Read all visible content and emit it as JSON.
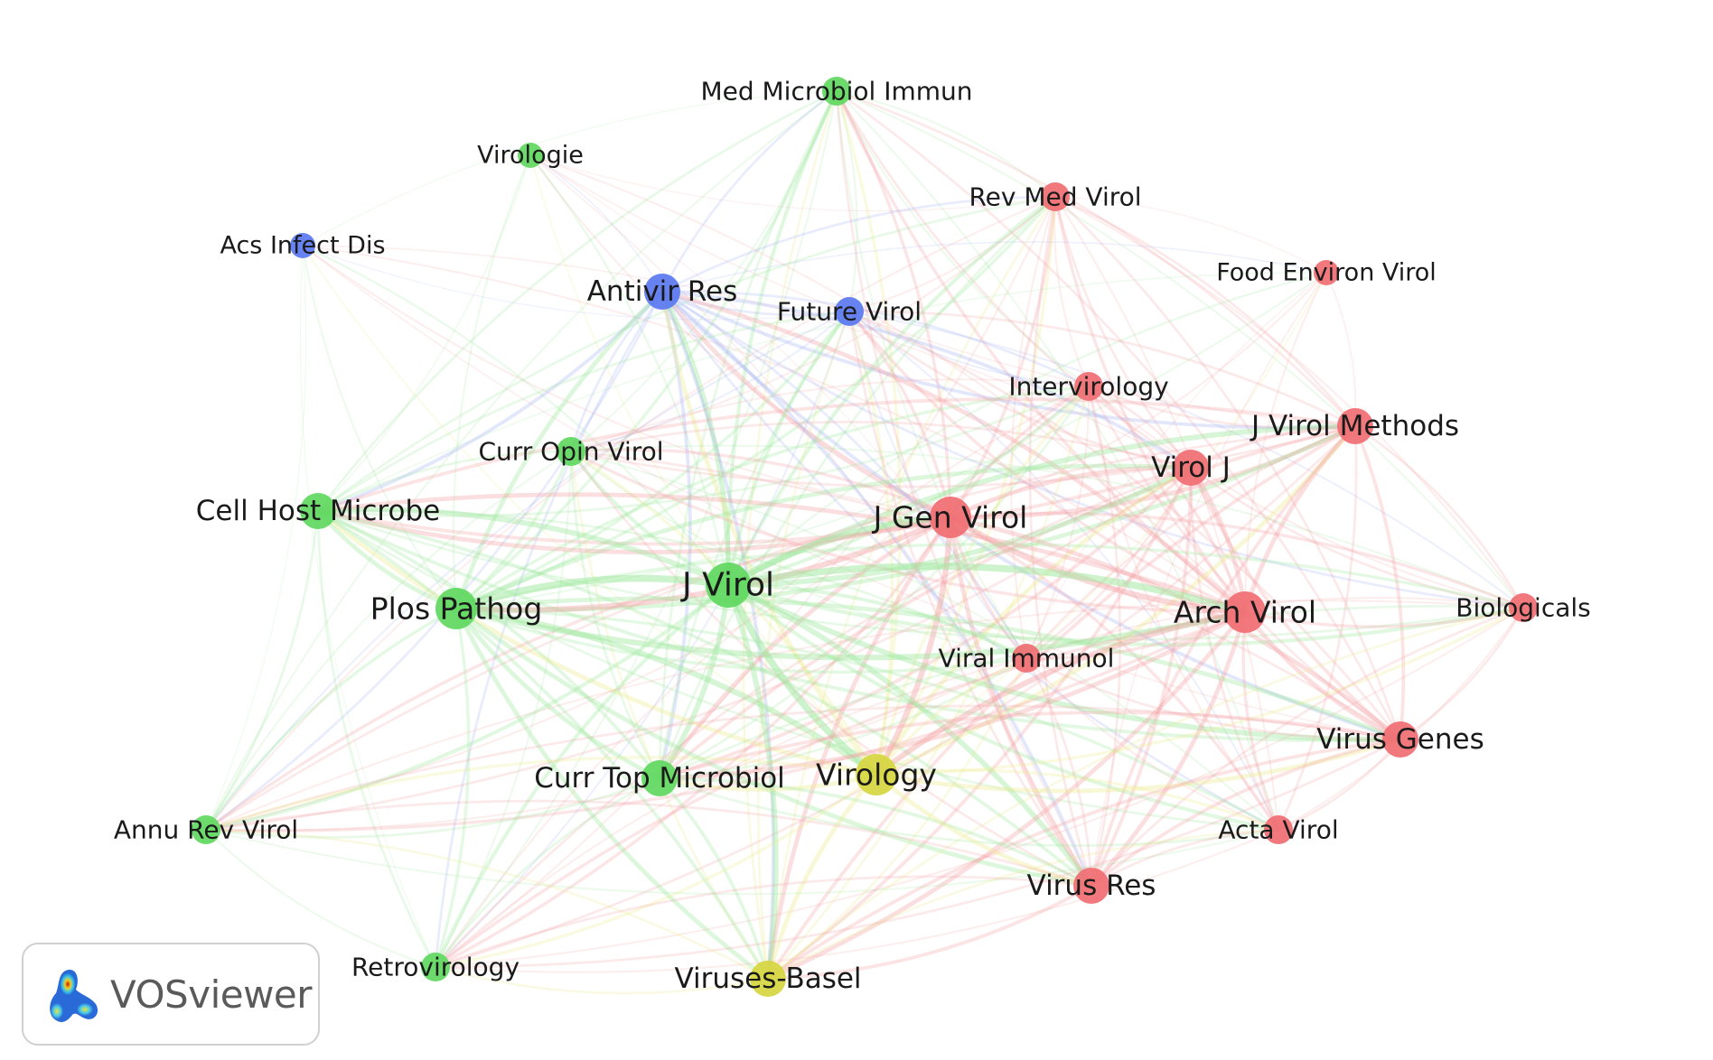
{
  "colors": {
    "red": "#f06e72",
    "green": "#5fd85f",
    "blue": "#5a78f0",
    "yellow": "#d6d640",
    "edge_red": "#f4a3a6",
    "edge_green": "#9fe89f",
    "edge_blue": "#9fb0f2",
    "edge_yellow": "#ecec90"
  },
  "nodes": [
    {
      "id": "med-microbiol-immun",
      "label": "Med Microbiol Immun",
      "cluster": "green",
      "weight": 2
    },
    {
      "id": "virologie",
      "label": "Virologie",
      "cluster": "green",
      "weight": 1
    },
    {
      "id": "rev-med-virol",
      "label": "Rev Med Virol",
      "cluster": "red",
      "weight": 2
    },
    {
      "id": "acs-infect-dis",
      "label": "Acs Infect Dis",
      "cluster": "blue",
      "weight": 1
    },
    {
      "id": "food-environ-virol",
      "label": "Food Environ Virol",
      "cluster": "red",
      "weight": 1
    },
    {
      "id": "antivir-res",
      "label": "Antivir Res",
      "cluster": "blue",
      "weight": 3
    },
    {
      "id": "future-virol",
      "label": "Future Virol",
      "cluster": "blue",
      "weight": 2
    },
    {
      "id": "intervirology",
      "label": "Intervirology",
      "cluster": "red",
      "weight": 2
    },
    {
      "id": "j-virol-methods",
      "label": "J Virol Methods",
      "cluster": "red",
      "weight": 3
    },
    {
      "id": "virol-j",
      "label": "Virol J",
      "cluster": "red",
      "weight": 3
    },
    {
      "id": "curr-opin-virol",
      "label": "Curr Opin Virol",
      "cluster": "green",
      "weight": 2
    },
    {
      "id": "cell-host-microbe",
      "label": "Cell Host Microbe",
      "cluster": "green",
      "weight": 3
    },
    {
      "id": "j-gen-virol",
      "label": "J Gen Virol",
      "cluster": "red",
      "weight": 4
    },
    {
      "id": "j-virol",
      "label": "J Virol",
      "cluster": "green",
      "weight": 5
    },
    {
      "id": "plos-pathog",
      "label": "Plos Pathog",
      "cluster": "green",
      "weight": 4
    },
    {
      "id": "arch-virol",
      "label": "Arch Virol",
      "cluster": "red",
      "weight": 4
    },
    {
      "id": "biologicals",
      "label": "Biologicals",
      "cluster": "red",
      "weight": 2
    },
    {
      "id": "viral-immunol",
      "label": "Viral Immunol",
      "cluster": "red",
      "weight": 2
    },
    {
      "id": "virus-genes",
      "label": "Virus Genes",
      "cluster": "red",
      "weight": 3
    },
    {
      "id": "curr-top-microbiol",
      "label": "Curr Top Microbiol",
      "cluster": "green",
      "weight": 3
    },
    {
      "id": "virology",
      "label": "Virology",
      "cluster": "yellow",
      "weight": 4
    },
    {
      "id": "annu-rev-virol",
      "label": "Annu Rev Virol",
      "cluster": "green",
      "weight": 2
    },
    {
      "id": "acta-virol",
      "label": "Acta Virol",
      "cluster": "red",
      "weight": 2
    },
    {
      "id": "virus-res",
      "label": "Virus Res",
      "cluster": "red",
      "weight": 3
    },
    {
      "id": "retrovirology",
      "label": "Retrovirology",
      "cluster": "green",
      "weight": 2
    },
    {
      "id": "viruses-basel",
      "label": "Viruses-Basel",
      "cluster": "yellow",
      "weight": 3
    }
  ],
  "logo": {
    "text": "VOSviewer",
    "icon": "vosviewer-density-icon"
  }
}
